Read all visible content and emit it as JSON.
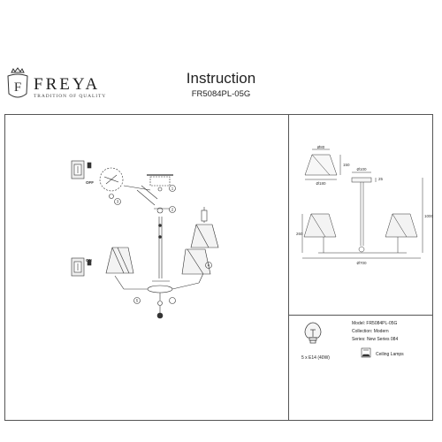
{
  "header": {
    "brand_name": "FREYA",
    "brand_tagline": "TRADITION OF QUALITY",
    "logo_letter": "F",
    "title": "Instruction",
    "model_code": "FR5084PL-05G"
  },
  "assembly": {
    "switch_off_label": "OFF",
    "switch_on_label": "ON",
    "step_markers": [
      "1",
      "2",
      "3",
      "4",
      "5"
    ]
  },
  "dimensions": {
    "shade_top": "Ø80",
    "shade_height": "150",
    "shade_bottom": "Ø180",
    "canopy": "Ø100",
    "canopy_height": "25",
    "overall_height": "1000",
    "arm_height": "260",
    "overall_width": "Ø700"
  },
  "info": {
    "model": "Model: FR5084PL-05G",
    "collection": "Collection: Modern",
    "series": "Series: New Series 084",
    "bulb_spec": "5 x E14 (40W)",
    "lamp_type": "Ceiling Lamps"
  }
}
